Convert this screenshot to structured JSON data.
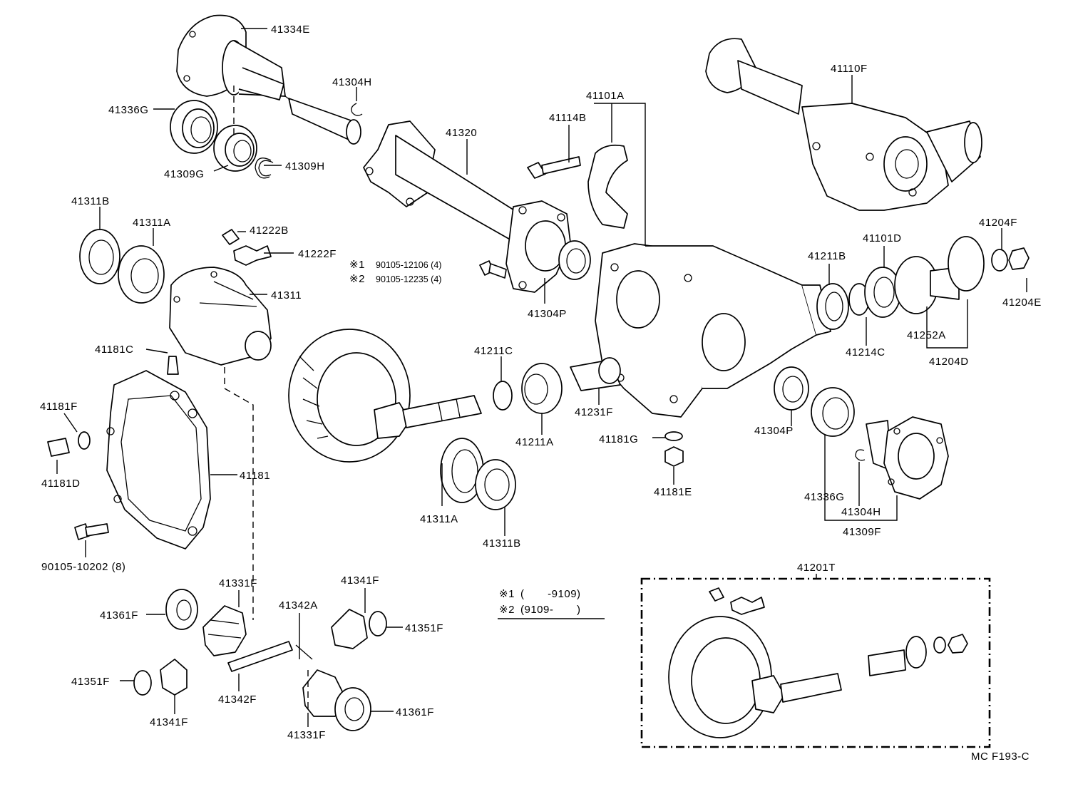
{
  "labels": {
    "p41334E": "41334E",
    "p41304H_top": "41304H",
    "p41336G_top": "41336G",
    "p41309G": "41309G",
    "p41309H": "41309H",
    "p41320": "41320",
    "p41101A": "41101A",
    "p41114B": "41114B",
    "p41110F": "41110F",
    "p41311B_top": "41311B",
    "p41311A_top": "41311A",
    "p41222B": "41222B",
    "p41222F": "41222F",
    "p41311": "41311",
    "p41181C": "41181C",
    "p41181F": "41181F",
    "p41181D": "41181D",
    "p41181": "41181",
    "p90105_10202": "90105-10202 (8)",
    "p41211C": "41211C",
    "p41211A": "41211A",
    "p41231F": "41231F",
    "p41304P_mid": "41304P",
    "p41304P_low": "41304P",
    "p41211B": "41211B",
    "p41101D": "41101D",
    "p41204F": "41204F",
    "p41204E": "41204E",
    "p41214C": "41214C",
    "p41252A": "41252A",
    "p41204D": "41204D",
    "p41181G": "41181G",
    "p41181E": "41181E",
    "p41311A_low": "41311A",
    "p41311B_low": "41311B",
    "p41336G_low": "41336G",
    "p41304H_low": "41304H",
    "p41309F": "41309F",
    "p41201T": "41201T",
    "p41331F_top": "41331F",
    "p41361F_left": "41361F",
    "p41342A": "41342A",
    "p41341F_top": "41341F",
    "p41351F_right": "41351F",
    "p41351F_left": "41351F",
    "p41341F_low": "41341F",
    "p41342F": "41342F",
    "p41361F_right": "41361F",
    "p41331F_low": "41331F"
  },
  "bolt_notes": {
    "note1_mark": "※1",
    "note1_part": "90105-12106 (4)",
    "note2_mark": "※2",
    "note2_part": "90105-12235 (4)"
  },
  "legend": {
    "row1_mark": "※1",
    "row1_text": "(       -9109)",
    "row2_mark": "※2",
    "row2_text": "(9109-       )"
  },
  "footer": {
    "code": "MC F193-C"
  }
}
